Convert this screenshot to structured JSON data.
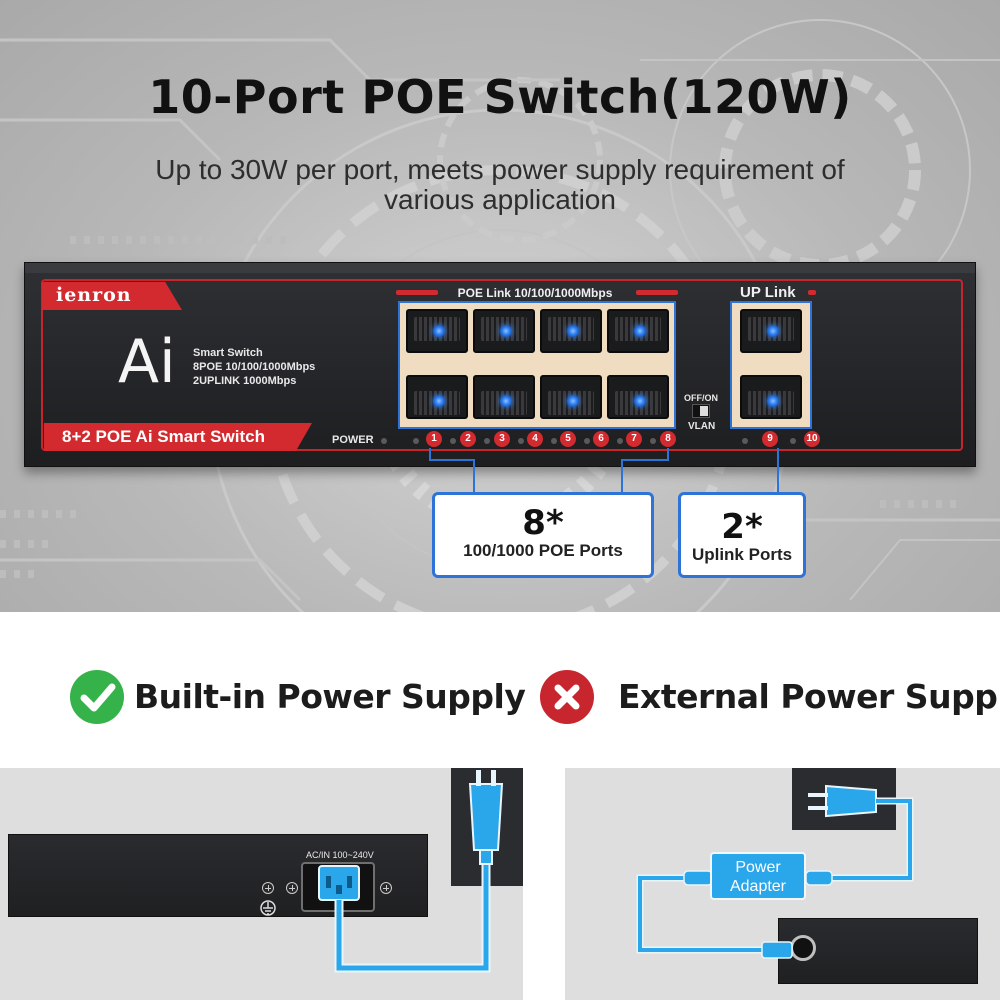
{
  "header": {
    "title": "10-Port POE Switch(120W)",
    "subtitle_line1": "Up to 30W per port, meets power supply requirement of",
    "subtitle_line2": "various application"
  },
  "switch": {
    "logo": "ienron",
    "ai": "Ai",
    "spec_line1": "Smart Switch",
    "spec_line2": "8POE 10/100/1000Mbps",
    "spec_line3": "2UPLINK 1000Mbps",
    "model": "8+2 POE Ai Smart Switch",
    "power_label": "POWER",
    "poe_link_label": "POE Link 10/100/1000Mbps",
    "uplink_label": "UP Link",
    "vlan_toggle_label": "OFF/ON",
    "vlan_label": "VLAN",
    "port_numbers": [
      "1",
      "2",
      "3",
      "4",
      "5",
      "6",
      "7",
      "8",
      "9",
      "10"
    ],
    "accent_red": "#d22a2f",
    "accent_blue": "#2d73d8"
  },
  "callouts": {
    "poe": {
      "count": "8*",
      "label": "100/1000 POE Ports"
    },
    "uplink": {
      "count": "2*",
      "label": "Uplink Ports"
    }
  },
  "comparison": {
    "builtin": {
      "icon": "check-icon",
      "label": "Built-in Power Supply",
      "color": "#35b34a"
    },
    "external": {
      "icon": "cross-icon",
      "label": "External Power Supply",
      "color": "#c8262e"
    }
  },
  "builtin_panel": {
    "ac_label": "AC/IN 100~240V"
  },
  "external_panel": {
    "adapter_line1": "Power",
    "adapter_line2": "Adapter",
    "cable_color": "#2aa6ea"
  }
}
